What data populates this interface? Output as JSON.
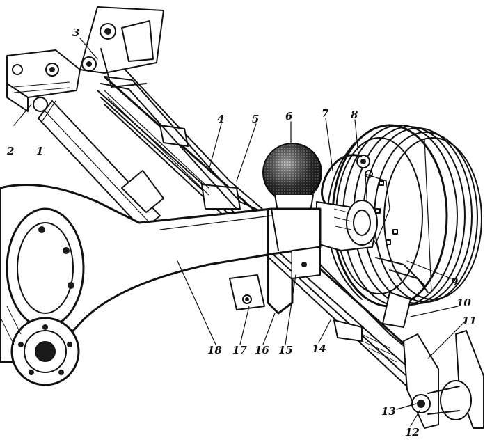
{
  "colors": {
    "ink": "#111111",
    "paper": "#ffffff"
  },
  "callouts": [
    "1",
    "2",
    "3",
    "4",
    "5",
    "6",
    "7",
    "8",
    "9",
    "10",
    "11",
    "12",
    "13",
    "14",
    "15",
    "16",
    "17",
    "18"
  ]
}
